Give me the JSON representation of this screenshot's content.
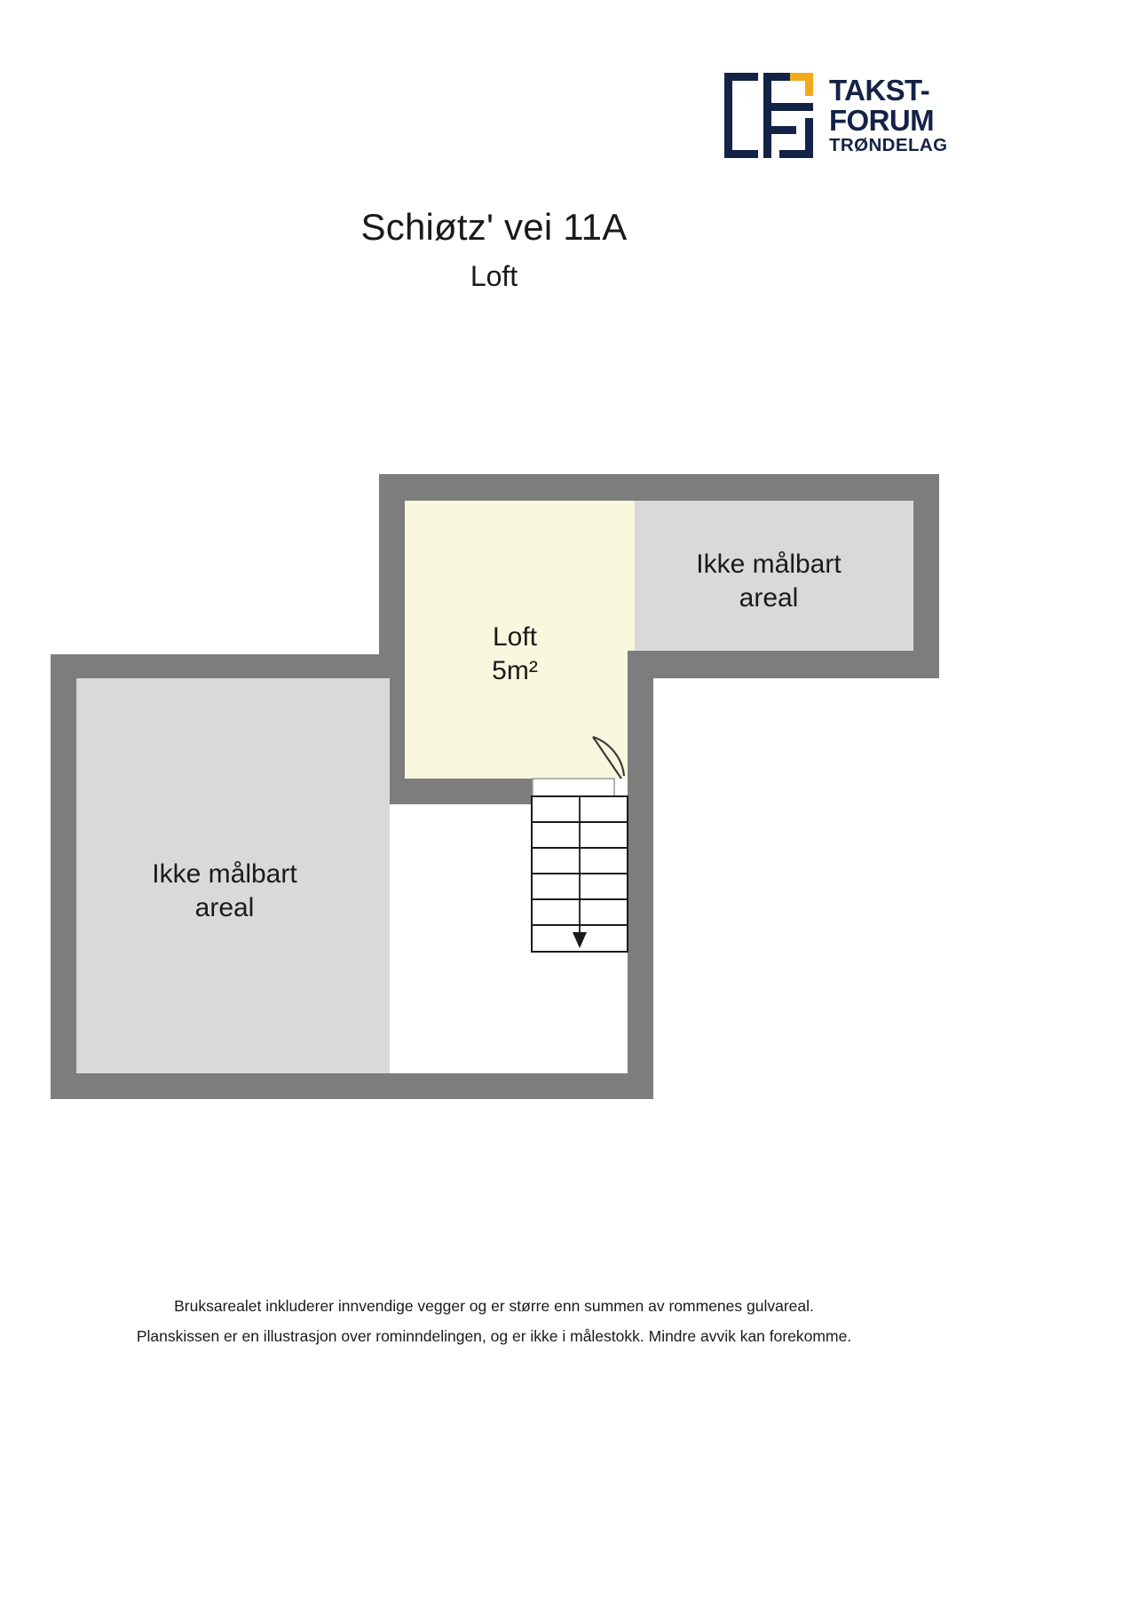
{
  "logo": {
    "name": "takst-forum-trondelag-logo",
    "line1": "TAKST-",
    "line2": "FORUM",
    "line3": "TRØNDELAG",
    "navy": "#132347",
    "accent": "#f2a91b"
  },
  "header": {
    "title": "Schiøtz' vei 11A",
    "subtitle": "Loft"
  },
  "floorplan": {
    "wall_color": "#7d7d7d",
    "measurable_fill": "#f9f7dd",
    "unmeasurable_fill": "#d9d9d9",
    "stair_line_color": "#1a1a1a",
    "rooms": [
      {
        "id": "loft",
        "name": "Loft",
        "area": "5m²",
        "type": "measurable"
      },
      {
        "id": "unmeasurable-top-right",
        "name": "Ikke målbart",
        "name_line2": "areal",
        "type": "unmeasurable"
      },
      {
        "id": "unmeasurable-bottom-left",
        "name": "Ikke målbart",
        "name_line2": "areal",
        "type": "unmeasurable"
      }
    ],
    "features": [
      {
        "id": "stair",
        "label": "staircase-down"
      },
      {
        "id": "door",
        "label": "door-swing"
      }
    ]
  },
  "footer": {
    "line1": "Bruksarealet inkluderer innvendige vegger og er større enn summen av rommenes gulvareal.",
    "line2": "Planskissen er en illustrasjon over rominndelingen, og er ikke i målestokk. Mindre avvik kan forekomme."
  }
}
